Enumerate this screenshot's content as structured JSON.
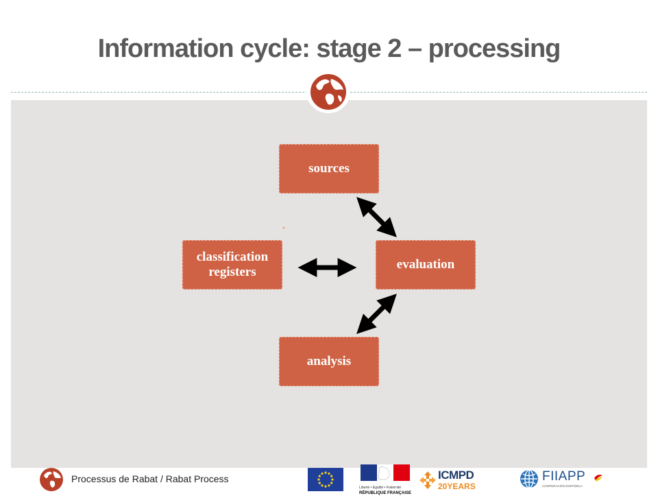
{
  "slide": {
    "title": "Information cycle: stage 2 – processing"
  },
  "diagram": {
    "nodes": {
      "sources": "sources",
      "evaluation": "evaluation",
      "classification": "classification registers",
      "analysis": "analysis"
    },
    "colors": {
      "node_fill": "#cf6244",
      "panel": "#e5e3e1",
      "arrow": "#000000"
    }
  },
  "footer": {
    "caption": "Processus de Rabat / Rabat Process",
    "logos": {
      "eu_flag": "eu-flag-icon",
      "france": {
        "line1": "Liberté • Égalité • Fraternité",
        "line2": "RÉPUBLIQUE FRANÇAISE"
      },
      "icmpd": {
        "name": "ICMPD",
        "years": "20YEARS"
      },
      "fiiapp": {
        "name": "FIIAPP",
        "sub": "COOPERACIÓN ESPAÑOLA"
      }
    }
  }
}
